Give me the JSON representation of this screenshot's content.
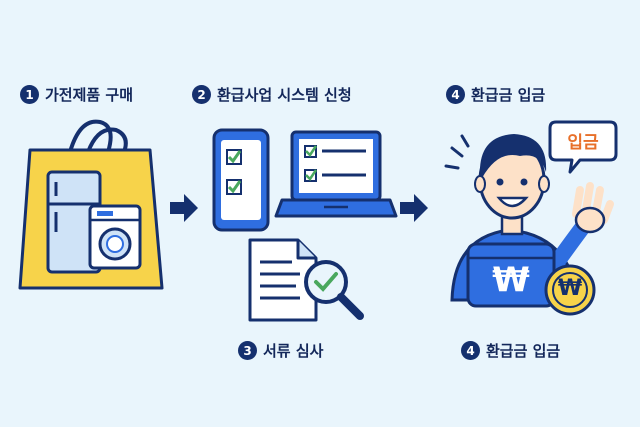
{
  "steps": [
    {
      "number": "1",
      "label": "가전제품 구매"
    },
    {
      "number": "2",
      "label": "환급사업 시스템 신청"
    },
    {
      "number": "3",
      "label": "서류 심사"
    },
    {
      "number": "4",
      "label": "환급금 입금"
    },
    {
      "number": "4",
      "label": "환급금 입금"
    }
  ],
  "speech_bubble": "입금",
  "currency_symbol": "₩",
  "icons": [
    "shopping-bag-icon",
    "refrigerator-icon",
    "washing-machine-icon",
    "arrow-right-icon",
    "smartphone-checklist-icon",
    "laptop-checklist-icon",
    "document-icon",
    "magnifier-check-icon",
    "person-waving-icon",
    "wallet-icon",
    "coin-icon"
  ],
  "colors": {
    "background": "#e9f5fc",
    "navy": "#15306e",
    "accent_blue": "#2f6ee0",
    "yellow": "#f7d34a",
    "green": "#4aa85e",
    "orange": "#e8702a"
  }
}
